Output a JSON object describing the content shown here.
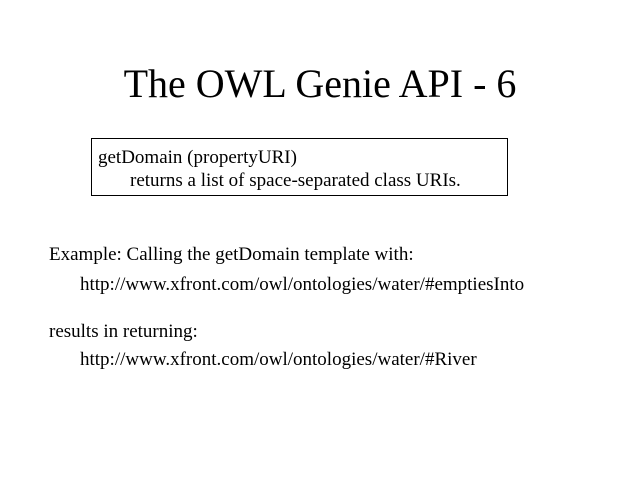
{
  "slide": {
    "title": "The OWL Genie API - 6"
  },
  "definition": {
    "signature": "getDomain (propertyURI)",
    "description": "returns a list of space-separated class URIs."
  },
  "example": {
    "intro": "Example: Calling the getDomain template with:",
    "input_uri": "http://www.xfront.com/owl/ontologies/water/#emptiesInto"
  },
  "result": {
    "intro": "results in returning:",
    "output_uri": "http://www.xfront.com/owl/ontologies/water/#River"
  }
}
